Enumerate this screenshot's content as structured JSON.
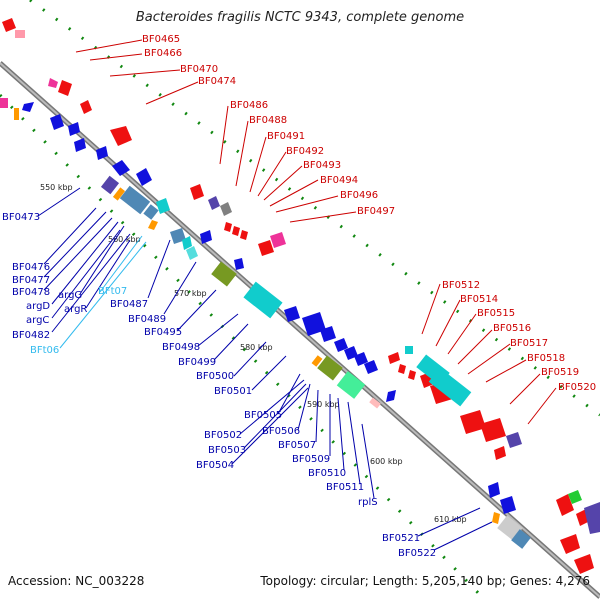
{
  "title": "Bacteroides fragilis NCTC 9343, complete genome",
  "footer": {
    "accession": "Accession: NC_003228",
    "summary": "Topology: circular; Length: 5,205,140 bp; Genes: 4,276"
  },
  "colors": {
    "red": "#ee1111",
    "blue": "#1111dd",
    "cyan": "#11cccc",
    "teal": "#4f88b5",
    "purple": "#5544aa",
    "pink": "#ee3399",
    "orange": "#ff9900",
    "olive": "#779922",
    "green": "#22cc33",
    "mint": "#44ee99",
    "gray": "#808080",
    "lightpink": "#ff99aa",
    "lightcyan": "#55dddd",
    "lightred": "#ffbbbb",
    "label_red": "#cc0000",
    "label_blue": "#0000aa",
    "label_cyan": "#33bbee",
    "backbone": "#999999"
  },
  "scale_ticks": [
    "550 kbp",
    "560 kbp",
    "570 kbp",
    "580 kbp",
    "590 kbp",
    "600 kbp",
    "610 kbp"
  ],
  "top_labels": [
    "BF0465",
    "BF0466",
    "BF0470",
    "BF0474",
    "BF0486",
    "BF0488",
    "BF0491",
    "BF0492",
    "BF0493",
    "BF0494",
    "BF0496",
    "BF0497",
    "BF0512",
    "BF0514",
    "BF0515",
    "BF0516",
    "BF0517",
    "BF0518",
    "BF0519",
    "BF0520"
  ],
  "bottom_labels": [
    "BF0473",
    "BF0476",
    "BF0477",
    "BF0478",
    "argD",
    "argC",
    "BF0482",
    "BFt06",
    "argG",
    "argR",
    "BFt07",
    "BF0487",
    "BF0489",
    "BF0495",
    "BF0498",
    "BF0499",
    "BF0500",
    "BF0501",
    "BF0505",
    "BF0502",
    "BF0506",
    "BF0503",
    "BF0504",
    "BF0507",
    "BF0509",
    "BF0510",
    "BF0511",
    "rplS",
    "BF0521",
    "BF0522"
  ]
}
